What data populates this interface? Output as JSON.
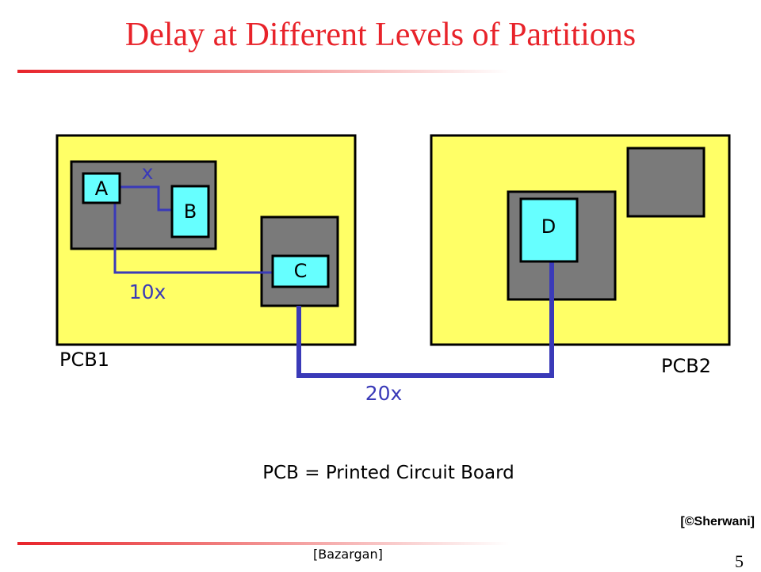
{
  "title": "Delay at Different Levels of Partitions",
  "boards": [
    {
      "label": "PCB1"
    },
    {
      "label": "PCB2"
    }
  ],
  "cells": {
    "a": "A",
    "b": "B",
    "c": "C",
    "d": "D"
  },
  "wire_labels": {
    "ab": "x",
    "ac": "10x",
    "cd": "20x"
  },
  "caption": "PCB = Printed Circuit Board",
  "credit": "[©Sherwani]",
  "footer": "[Bazargan]",
  "page_number": "5",
  "colors": {
    "title": "#e8232a",
    "board": "#ffff66",
    "chip": "#7a7a7a",
    "cell": "#66ffff",
    "wire": "#3a3ab8"
  }
}
